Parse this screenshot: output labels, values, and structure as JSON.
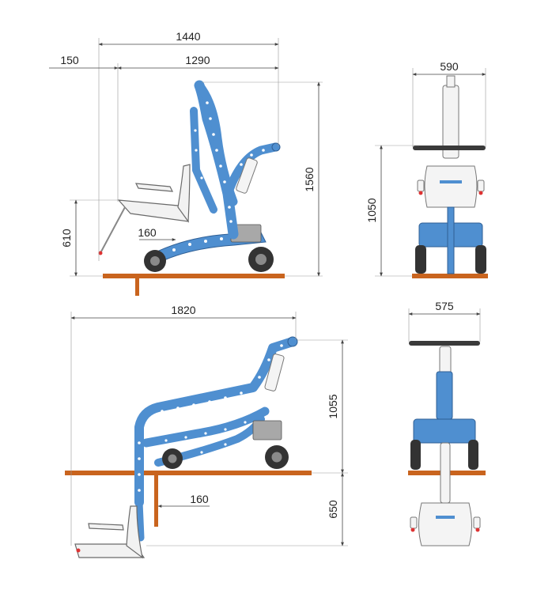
{
  "dimensions": {
    "side_raised": {
      "overall_length": "1440",
      "base_length": "1290",
      "seat_offset": "150",
      "total_height": "1560",
      "seat_height": "610",
      "ground_clearance": "160"
    },
    "front_raised": {
      "width": "590",
      "height": "1050"
    },
    "side_lowered": {
      "reach": "1820",
      "height_above_floor": "1055",
      "depth_below_floor": "650",
      "ground_clearance": "160"
    },
    "front_lowered": {
      "width": "575"
    }
  },
  "colors": {
    "frame": "#4f8fd0",
    "floor": "#c9641e",
    "wheel": "#333333"
  }
}
